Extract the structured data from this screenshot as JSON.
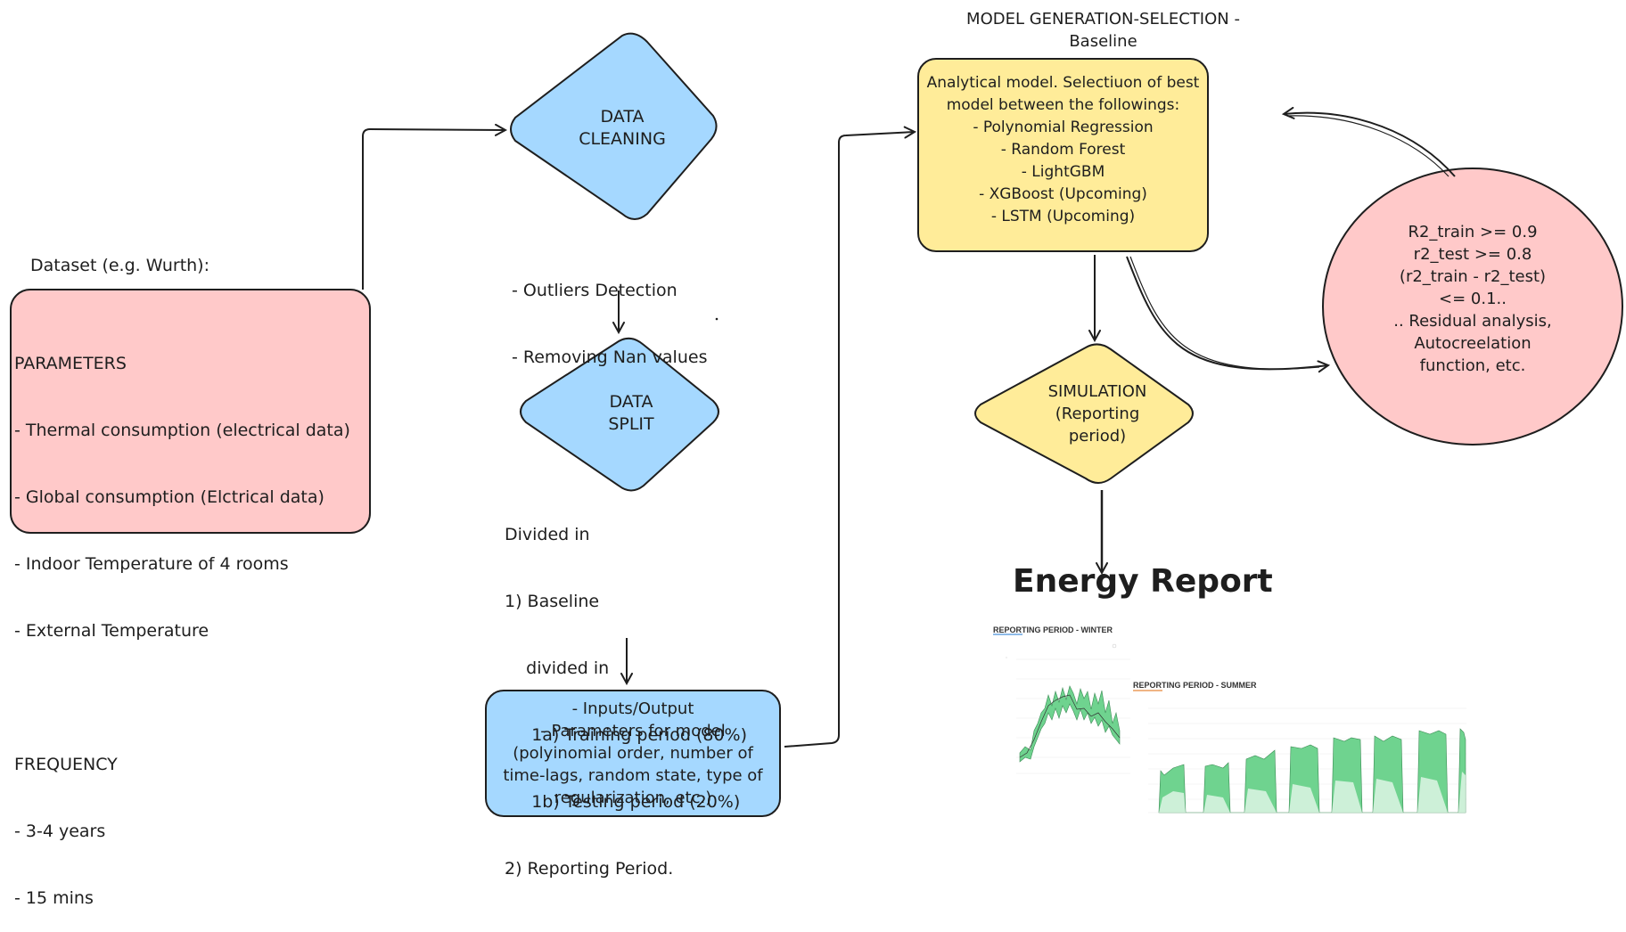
{
  "dataset": {
    "label": "Dataset (e.g. Wurth):",
    "lines": [
      "PARAMETERS",
      "- Thermal consumption (electrical data)",
      "- Global consumption (Elctrical data)",
      "- Indoor Temperature of 4 rooms",
      "- External Temperature",
      "",
      "FREQUENCY",
      "- 3-4 years",
      "- 15 mins"
    ]
  },
  "cleaning": {
    "title_lines": [
      "DATA",
      "CLEANING"
    ],
    "notes": [
      "- Outliers Detection",
      "- Removing Nan values"
    ]
  },
  "split": {
    "title_lines": [
      "DATA",
      "SPLIT"
    ],
    "notes": [
      "Divided in",
      "1) Baseline",
      "    divided in",
      "     1a) Training period (80%)",
      "     1b) Testing period (20%)",
      "2) Reporting Period."
    ]
  },
  "inputs": {
    "lines": [
      "- Inputs/Output",
      "- Parameters for model",
      "(polyinomial order, number of",
      "time-lags, random state, type of",
      "regularization, etc.)"
    ]
  },
  "model": {
    "header_lines": [
      "MODEL GENERATION-SELECTION -",
      "Baseline"
    ],
    "lines": [
      "Analytical model. Selectiuon of best",
      "model between the followings:",
      "- Polynomial Regression",
      "- Random Forest",
      "- LightGBM",
      "- XGBoost (Upcoming)",
      "- LSTM (Upcoming)"
    ]
  },
  "criteria": {
    "lines": [
      "R2_train >= 0.9",
      "r2_test >= 0.8",
      "(r2_train - r2_test)",
      "<= 0.1..",
      ".. Residual analysis,",
      "Autocreelation",
      "function, etc."
    ]
  },
  "simulation": {
    "lines": [
      "SIMULATION",
      "(Reporting",
      "period)"
    ]
  },
  "report": {
    "title": "Energy Report",
    "winter_title": "REPORTING PERIOD - WINTER",
    "summer_title": "REPORTING PERIOD - SUMMER"
  },
  "colors": {
    "pink": "#ffc9c9",
    "blue": "#a5d8ff",
    "yellow": "#ffec99",
    "stroke": "#1e1e1e",
    "chart_green": "#6fd38f"
  },
  "icons": {
    "arrow": "arrow-icon"
  }
}
